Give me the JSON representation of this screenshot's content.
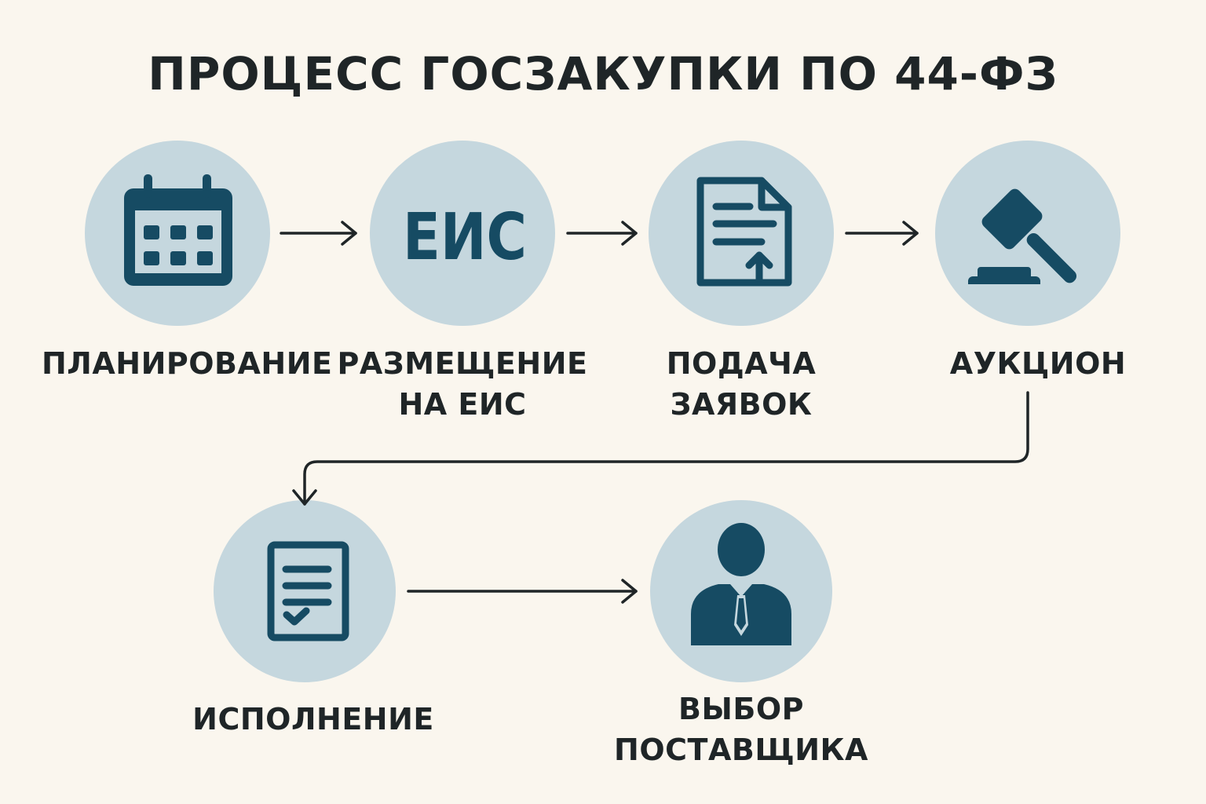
{
  "title": "ПРОЦЕСС ГОСЗАКУПКИ ПО 44-ФЗ",
  "colors": {
    "background": "#faf6ee",
    "circle": "#c5d7de",
    "icon": "#164b63",
    "text": "#1f2527"
  },
  "steps": [
    {
      "icon": "calendar-icon",
      "lines": [
        "ПЛАНИРОВАНИЕ"
      ]
    },
    {
      "icon": "eis-text-icon",
      "icon_text": "ЕИС",
      "lines": [
        "РАЗМЕЩЕНИЕ",
        "НА ЕИС"
      ]
    },
    {
      "icon": "document-upload-icon",
      "lines": [
        "ПОДАЧА",
        "ЗАЯВОК"
      ]
    },
    {
      "icon": "gavel-icon",
      "lines": [
        "АУКЦИОН"
      ]
    },
    {
      "icon": "checklist-document-icon",
      "lines": [
        "ИСПОЛНЕНИЕ"
      ]
    },
    {
      "icon": "person-icon",
      "lines": [
        "ВЫБОР",
        "ПОСТАВЩИКА"
      ]
    }
  ]
}
